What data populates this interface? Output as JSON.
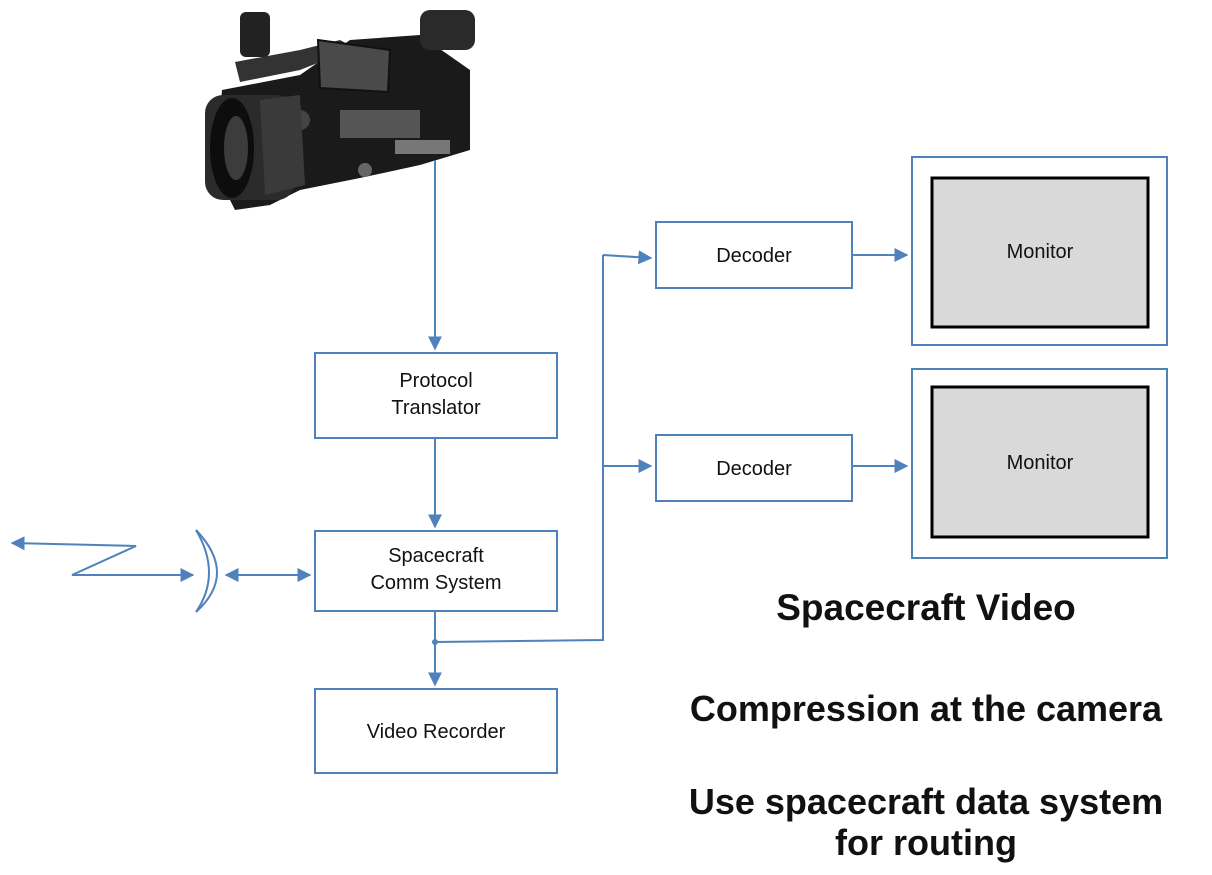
{
  "boxes": {
    "protocol_translator": {
      "line1": "Protocol",
      "line2": "Translator"
    },
    "comm_system": {
      "line1": "Spacecraft",
      "line2": "Comm System"
    },
    "video_recorder": "Video Recorder",
    "decoder_top": "Decoder",
    "decoder_bottom": "Decoder",
    "monitor_top": "Monitor",
    "monitor_bottom": "Monitor"
  },
  "captions": {
    "title": "Spacecraft Video",
    "line2": "Compression at the camera",
    "line3a": "Use spacecraft data system",
    "line3b": "for routing"
  },
  "colors": {
    "connector": "#4f81bd",
    "box_border": "#4f81bd",
    "screen_fill": "#d9d9d9"
  },
  "icons": [
    "video-camera-icon",
    "antenna-dish-icon",
    "radio-link-icon"
  ]
}
